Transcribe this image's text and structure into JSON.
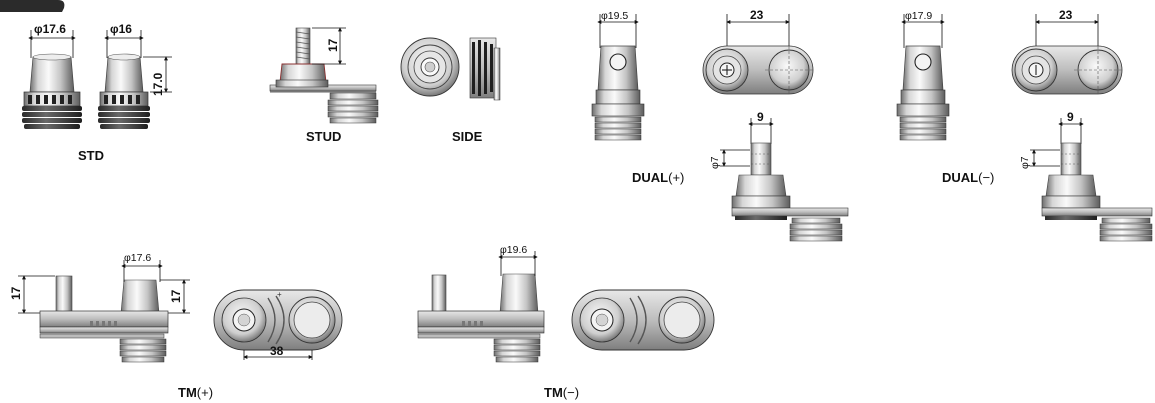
{
  "labels": {
    "std": "STD",
    "stud": "STUD",
    "side": "SIDE",
    "dual_plus_main": "DUAL",
    "dual_plus_sym": "(+)",
    "dual_minus_main": "DUAL",
    "dual_minus_sym": "(−)",
    "tm_plus_main": "TM",
    "tm_plus_sym": "(+)",
    "tm_minus_main": "TM",
    "tm_minus_sym": "(−)"
  },
  "dimensions": {
    "std_dia_a": "φ17.6",
    "std_dia_b": "φ16",
    "std_height": "17.0",
    "stud_height": "17",
    "dual_plus_dia": "φ19.5",
    "dual_plus_width": "23",
    "dual_plus_pin": "9",
    "dual_plus_pin_dia": "φ7",
    "dual_minus_dia": "φ17.9",
    "dual_minus_width": "23",
    "dual_minus_pin": "9",
    "dual_minus_pin_dia": "φ7",
    "tm_plus_h1": "17",
    "tm_plus_dia": "φ17.6",
    "tm_plus_h2": "17",
    "tm_plus_len": "38",
    "tm_minus_dia": "φ19.6"
  },
  "colors": {
    "metal_light": "#f2f2f2",
    "metal_mid": "#bdbdbd",
    "metal_dark": "#5a5a5a",
    "tab_bar": "#2b2b2b"
  }
}
